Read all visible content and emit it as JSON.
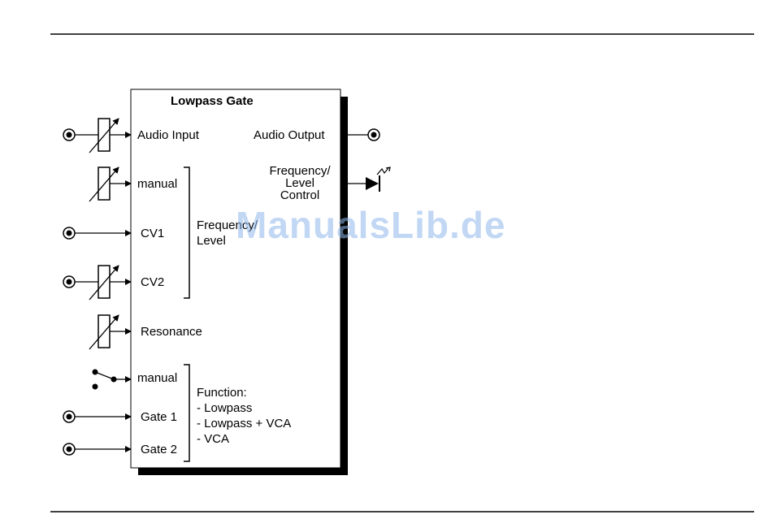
{
  "module": {
    "title": "Lowpass Gate"
  },
  "inputs": {
    "audio_input": "Audio Input",
    "manual_freq": "manual",
    "cv1": "CV1",
    "cv2": "CV2",
    "resonance": "Resonance",
    "manual_function": "manual",
    "gate1": "Gate 1",
    "gate2": "Gate 2"
  },
  "groups": {
    "freq_level_line1": "Frequency/",
    "freq_level_line2": "Level",
    "function_title": "Function:",
    "function_options": [
      "- Lowpass",
      "- Lowpass + VCA",
      "- VCA"
    ]
  },
  "outputs": {
    "audio_output": "Audio Output",
    "freq_control_line1": "Frequency/",
    "freq_control_line2": "Level",
    "freq_control_line3": "Control"
  },
  "watermark": {
    "text": "ManualsLib.de",
    "color": "#8fb8ec"
  },
  "colors": {
    "line": "#000000",
    "background": "#ffffff"
  }
}
